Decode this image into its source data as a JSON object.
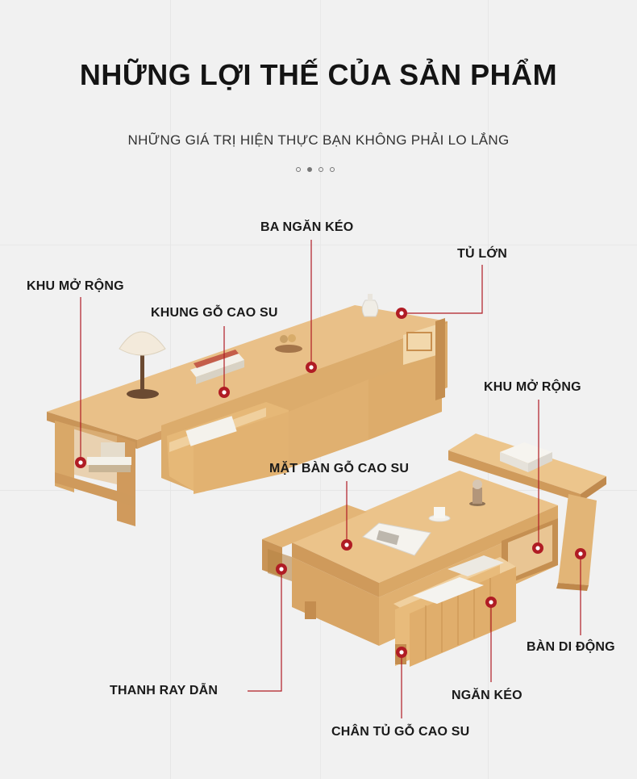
{
  "header": {
    "title": "NHỮNG LỢI THẾ CỦA SẢN PHẨM",
    "subtitle": "NHỮNG GIÁ TRỊ HIỆN THỰC BẠN KHÔNG PHẢI LO LẮNG",
    "carousel_total": 4,
    "carousel_active": 2
  },
  "callouts": {
    "ba_ngan_keo": "BA NGĂN KÉO",
    "tu_lon": "TỦ LỚN",
    "khu_mo_rong_1": "KHU MỞ RỘNG",
    "khung_go_cao_su": "KHUNG GỖ CAO SU",
    "khu_mo_rong_2": "KHU MỞ RỘNG",
    "mat_ban_go_cao_su": "MẶT BÀN GỖ CAO SU",
    "ban_di_dong": "BÀN DI ĐỘNG",
    "thanh_ray_dan": "THANH RAY DẪN",
    "ngan_keo": "NGĂN KÉO",
    "chan_tu_go_cao_su": "CHÂN TỦ GỖ CAO SU"
  },
  "colors": {
    "marker_red": "#b01c24",
    "wood_light": "#ecc58c",
    "wood_mid": "#d9aa6a",
    "wood_dark": "#b98647",
    "text": "#141414"
  }
}
